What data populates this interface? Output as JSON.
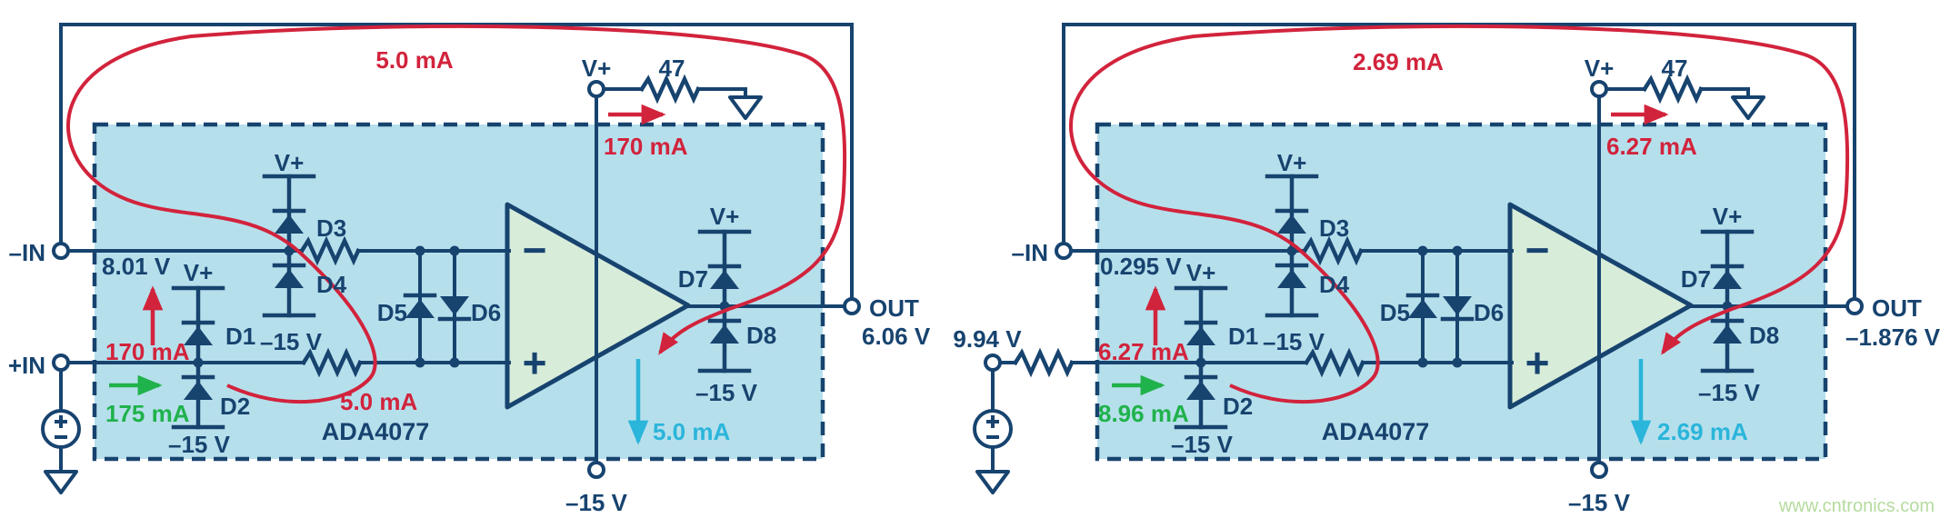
{
  "watermark": "www.cntronics.com",
  "colors": {
    "navy": "#17436f",
    "red": "#d2233c",
    "green": "#20b24b",
    "cyan": "#2ab5da",
    "box_fill": "#b6dfec",
    "opamp_fill": "#d7ecd9",
    "watermark_green": "#b5db9e"
  },
  "circuits": [
    {
      "name": "left-circuit",
      "labels": {
        "loop_current": "5.0 mA",
        "vplus": "V+",
        "feedback_resistor": "47",
        "supply_current": "170 mA",
        "neg_input": "–IN",
        "neg_input_voltage": "8.01 V",
        "d1_current": "170 mA",
        "pos_input": "+IN",
        "d2_current": "175 mA",
        "d1": "D1",
        "d2": "D2",
        "d3": "D3",
        "d4": "D4",
        "d5": "D5",
        "d6": "D6",
        "d7": "D7",
        "d8": "D8",
        "vplus_d1": "V+",
        "vplus_d3": "V+",
        "vplus_d7": "V+",
        "vminus_d2": "–15 V",
        "vminus_d4": "–15 V",
        "vminus_d8": "–15 V",
        "input_current": "5.0 mA",
        "chip": "ADA4077",
        "out": "OUT",
        "out_voltage": "6.06 V",
        "sink_current": "5.0 mA",
        "vminus_supply": "–15 V",
        "opamp_minus": "−",
        "opamp_plus": "+"
      }
    },
    {
      "name": "right-circuit",
      "labels": {
        "loop_current": "2.69 mA",
        "vplus": "V+",
        "feedback_resistor": "47",
        "supply_current": "6.27 mA",
        "neg_input": "–IN",
        "neg_input_voltage": "0.295 V",
        "d1_current": "6.27 mA",
        "source_voltage": "9.94 V",
        "d2_current": "8.96 mA",
        "d1": "D1",
        "d2": "D2",
        "d3": "D3",
        "d4": "D4",
        "d5": "D5",
        "d6": "D6",
        "d7": "D7",
        "d8": "D8",
        "vplus_d1": "V+",
        "vplus_d3": "V+",
        "vplus_d7": "V+",
        "vminus_d2": "–15 V",
        "vminus_d4": "–15 V",
        "vminus_d8": "–15 V",
        "chip": "ADA4077",
        "out": "OUT",
        "out_voltage": "–1.876 V",
        "sink_current": "2.69 mA",
        "vminus_supply": "–15 V",
        "opamp_minus": "−",
        "opamp_plus": "+"
      }
    }
  ]
}
